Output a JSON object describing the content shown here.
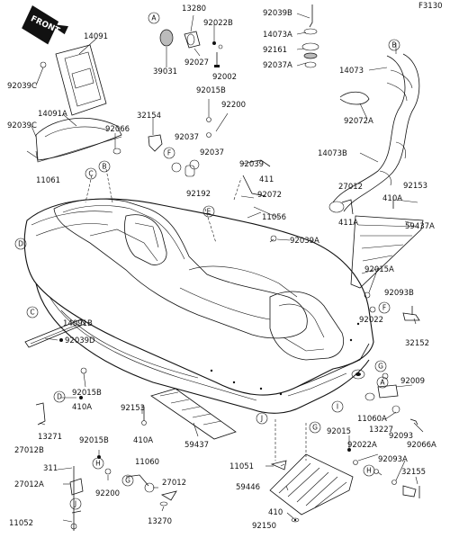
{
  "code": "F3130",
  "front_badge": "FRONT",
  "parts": {
    "p14091": "14091",
    "p92039C": "92039C",
    "p14091A": "14091A",
    "p92039C2": "92039C",
    "p11061": "11061",
    "p32154": "32154",
    "p92066": "92066",
    "p13280": "13280",
    "p92022B": "92022B",
    "p39031": "39031",
    "p92027": "92027",
    "p92002": "92002",
    "p92015B_top": "92015B",
    "p92200_top": "92200",
    "p92037a": "92037",
    "p92037b": "92037",
    "p92192": "92192",
    "p92039B": "92039B",
    "p14073A": "14073A",
    "p92161": "92161",
    "p92037A": "92037A",
    "p14073": "14073",
    "p92072A": "92072A",
    "p14073B": "14073B",
    "p92039": "92039",
    "p411": "411",
    "p92072": "92072",
    "p11056": "11056",
    "p27012_r": "27012",
    "p411A": "411A",
    "p92153_r": "92153",
    "p410A_r": "410A",
    "p59437A": "59437A",
    "p92039A": "92039A",
    "p92015A": "92015A",
    "p92093B": "92093B",
    "p92022": "92022",
    "p32152": "32152",
    "p14091B": "14091B",
    "p92039D": "92039D",
    "p92015B_l": "92015B",
    "p410A_l": "410A",
    "p13271": "13271",
    "p27012B": "27012B",
    "p92153_m": "92153",
    "p410A_m": "410A",
    "p59437": "59437",
    "p92009": "92009",
    "p11060A": "11060A",
    "p13227": "13227",
    "p92093": "92093",
    "p92066A": "92066A",
    "p92015": "92015",
    "p92022A": "92022A",
    "p92093A": "92093A",
    "p32155": "32155",
    "p92015B_b": "92015B",
    "p311": "311",
    "p27012A": "27012A",
    "p92200_b": "92200",
    "p11060": "11060",
    "p27012_b": "27012",
    "p13270": "13270",
    "p11052": "11052",
    "p11051": "11051",
    "p59446": "59446",
    "p410": "410",
    "p92150": "92150"
  },
  "callouts": {
    "A": "A",
    "B": "B",
    "C": "C",
    "D": "D",
    "E": "E",
    "F": "F",
    "G": "G",
    "H": "H",
    "I": "I",
    "J": "J"
  }
}
